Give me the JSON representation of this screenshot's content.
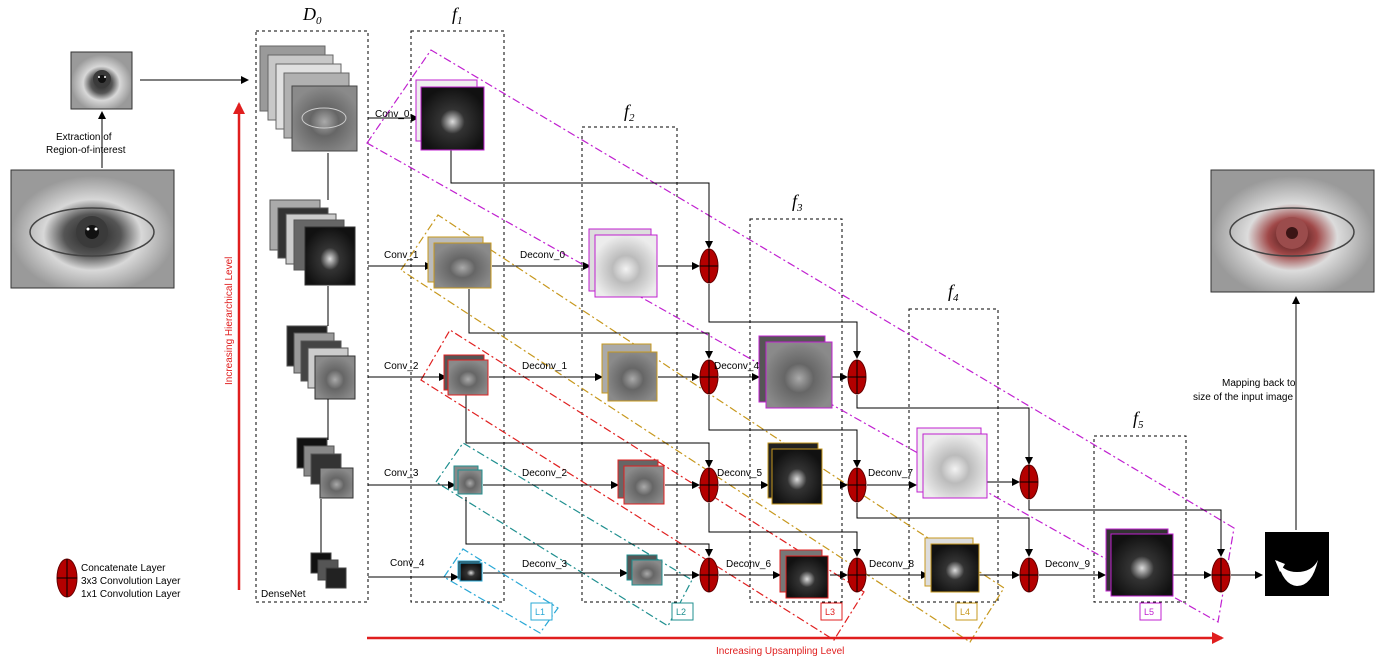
{
  "columns": {
    "d0": {
      "main": "D",
      "sub": "0"
    },
    "f1": {
      "main": "f",
      "sub": "1"
    },
    "f2": {
      "main": "f",
      "sub": "2"
    },
    "f3": {
      "main": "f",
      "sub": "3"
    },
    "f4": {
      "main": "f",
      "sub": "4"
    },
    "f5": {
      "main": "f",
      "sub": "5"
    }
  },
  "texts": {
    "extraction_line1": "Extraction of",
    "extraction_line2": "Region-of-interest",
    "mapping_line1": "Mapping back to",
    "mapping_line2": "size of the input image",
    "densenet": "DenseNet",
    "hierarchical_axis": "Increasing Hierarchical Level",
    "upsampling_axis": "Increasing Upsampling Level"
  },
  "conv_labels": [
    "Conv_0",
    "Conv_1",
    "Conv_2",
    "Conv_3",
    "Conv_4"
  ],
  "deconv_labels": [
    "Deconv_0",
    "Deconv_1",
    "Deconv_2",
    "Deconv_3",
    "Deconv_4",
    "Deconv_5",
    "Deconv_6",
    "Deconv_7",
    "Deconv_8",
    "Deconv_9"
  ],
  "level_tags": [
    "L1",
    "L2",
    "L3",
    "L4",
    "L5"
  ],
  "legend": [
    "Concatenate Layer",
    "3x3 Convolution Layer",
    "1x1 Convolution Layer"
  ],
  "colors": {
    "arrow_red": "#e01e1e",
    "node_red": "#b40000",
    "L1": "#2aa8d6",
    "L2": "#1f8f8f",
    "L3": "#e02020",
    "L4": "#c7981e",
    "L5": "#c020d0"
  }
}
